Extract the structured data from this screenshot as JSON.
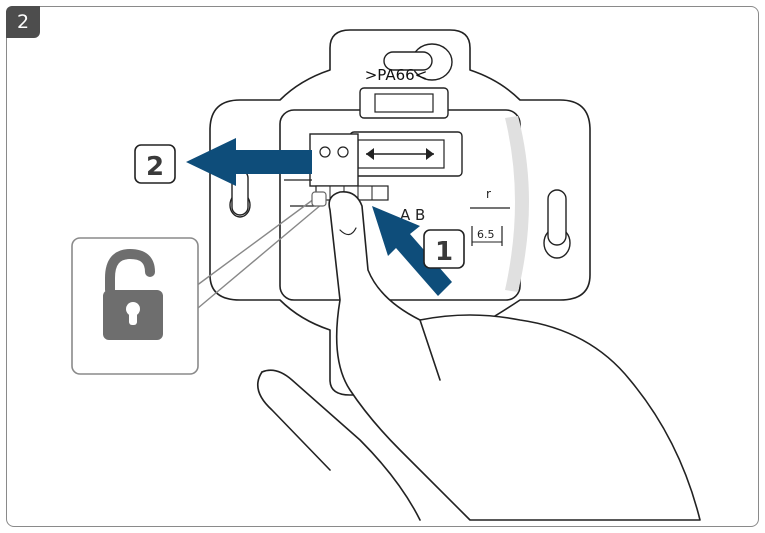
{
  "step_number": "2",
  "material_marking": ">PA66<",
  "terminal_labels": "A B",
  "strip_length": "6.5",
  "strip_symbol": "r",
  "callouts": [
    {
      "label": "1",
      "meaning": "press release lever"
    },
    {
      "label": "2",
      "meaning": "pull out"
    }
  ],
  "icons": [
    "unlocked-padlock-icon"
  ],
  "colors": {
    "arrow_blue": "#0e4d7a",
    "badge_gray": "#4d4d4d",
    "lock_gray": "#6e6e6e",
    "frame_gray": "#8a8a8a"
  }
}
